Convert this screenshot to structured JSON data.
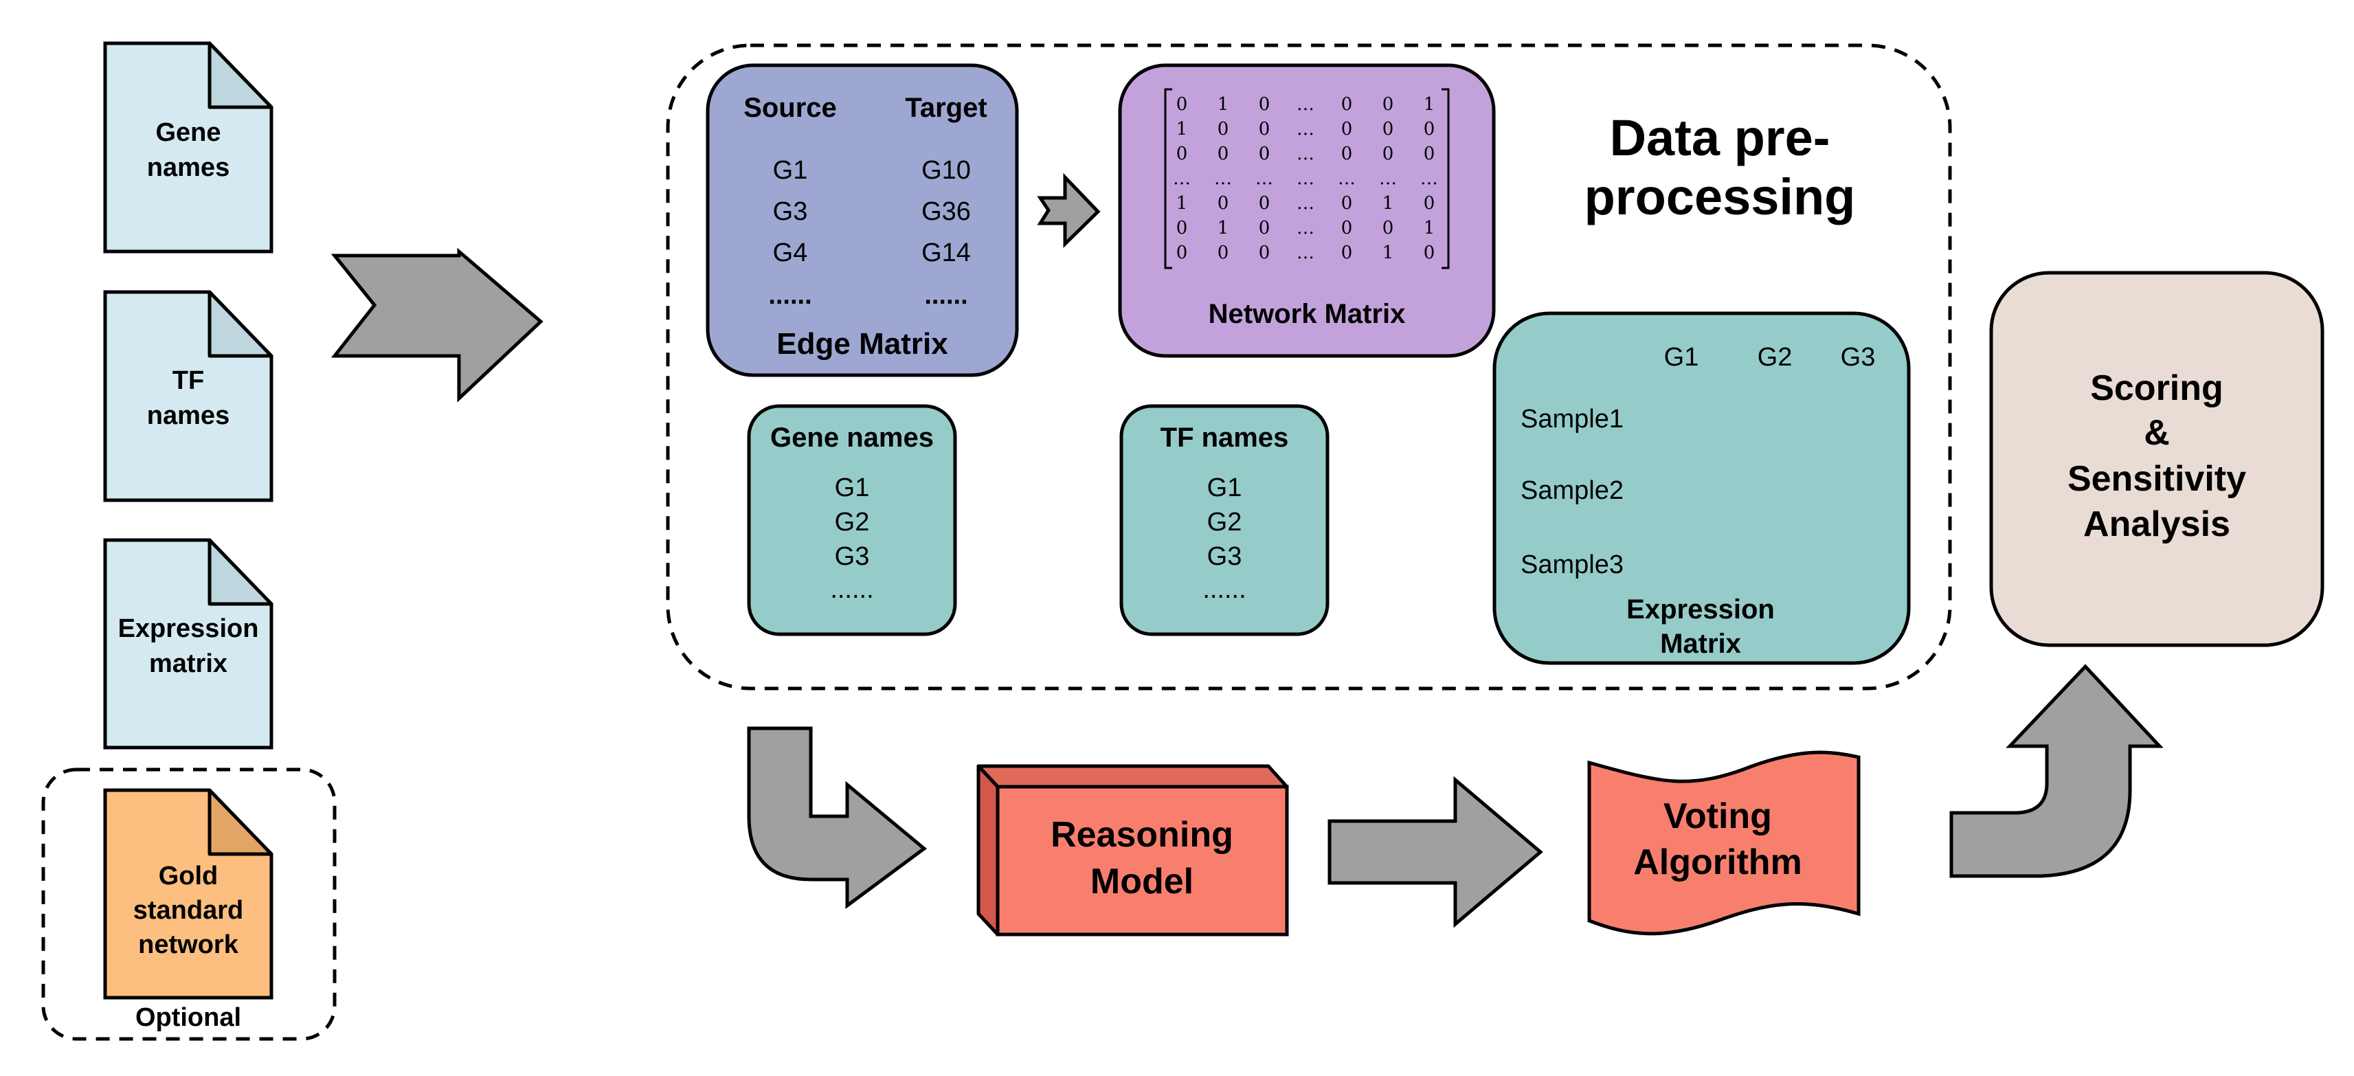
{
  "input_docs": [
    {
      "lines": [
        "Gene",
        "names"
      ],
      "fill": "#d4eaf0"
    },
    {
      "lines": [
        "TF",
        "names"
      ],
      "fill": "#d4eaf0"
    },
    {
      "lines": [
        "Expression",
        "matrix"
      ],
      "fill": "#d4eaf0"
    },
    {
      "lines": [
        "Gold",
        "standard",
        "network"
      ],
      "fill": "#fdbf7f"
    }
  ],
  "optional_label": "Optional",
  "preprocessing": {
    "title_line1": "Data pre-",
    "title_line2": "processing",
    "edge_matrix": {
      "header_source": "Source",
      "header_target": "Target",
      "rows": [
        [
          "G1",
          "G10"
        ],
        [
          "G3",
          "G36"
        ],
        [
          "G4",
          "G14"
        ],
        [
          "......",
          "......"
        ]
      ],
      "caption": "Edge Matrix",
      "fill": "#9da7d2"
    },
    "network_matrix": {
      "rows": [
        [
          "0",
          "1",
          "0",
          "…",
          "0",
          "0",
          "1"
        ],
        [
          "1",
          "0",
          "0",
          "…",
          "0",
          "0",
          "0"
        ],
        [
          "0",
          "0",
          "0",
          "…",
          "0",
          "0",
          "0"
        ],
        [
          "…",
          "…",
          "…",
          "…",
          "…",
          "…",
          "…"
        ],
        [
          "1",
          "0",
          "0",
          "…",
          "0",
          "1",
          "0"
        ],
        [
          "0",
          "1",
          "0",
          "…",
          "0",
          "0",
          "1"
        ],
        [
          "0",
          "0",
          "0",
          "…",
          "0",
          "1",
          "0"
        ]
      ],
      "caption": "Network Matrix",
      "fill": "#c3a2dc"
    },
    "gene_names": {
      "title": "Gene names",
      "items": [
        "G1",
        "G2",
        "G3",
        "......"
      ],
      "fill": "#95ccca"
    },
    "tf_names": {
      "title": "TF names",
      "items": [
        "G1",
        "G2",
        "G3",
        "......"
      ],
      "fill": "#95ccca"
    },
    "expression_matrix": {
      "columns": [
        "G1",
        "G2",
        "G3"
      ],
      "samples": [
        "Sample1",
        "Sample2",
        "Sample3"
      ],
      "caption_line1": "Expression",
      "caption_line2": "Matrix",
      "fill": "#95ccca"
    }
  },
  "reasoning_model": {
    "line1": "Reasoning",
    "line2": "Model",
    "fill": "#f87f6e"
  },
  "voting_algorithm": {
    "line1": "Voting",
    "line2": "Algorithm",
    "fill": "#f87f6e"
  },
  "scoring": {
    "lines": [
      "Scoring",
      "&",
      "Sensitivity",
      "Analysis"
    ],
    "fill": "#e8dcd4"
  },
  "arrow_fill": "#a0a0a0"
}
